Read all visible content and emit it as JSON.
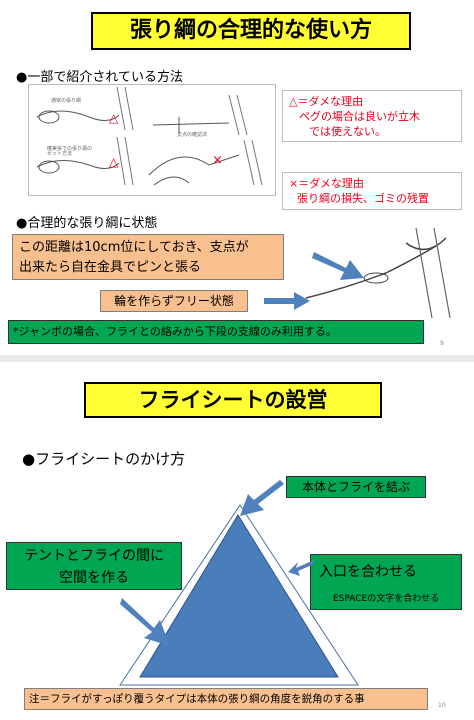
{
  "slide1": {
    "title": "張り綱の合理的な使い方",
    "bullet1": "●一部で紹介されている方法",
    "figure": {
      "label_usual": "通常の張り綱",
      "label_set": "確実張での張り綱のセット方法",
      "label_support": "支点の確認法",
      "mark_triangle": "△",
      "mark_cross": "×"
    },
    "note_triangle": {
      "line1": "△＝ダメな理由",
      "line2": "ペグの場合は良いが立木",
      "line3": "では使えない。"
    },
    "note_cross": {
      "line1": "×＝ダメな理由",
      "line2": "張り綱の損失、ゴミの残置"
    },
    "bullet2": "●合理的な張り綱に状態",
    "orange_box": {
      "line1": "この距離は10cm位にしておき、支点が",
      "line2": "出来たら自在金具でピンと張る"
    },
    "free_box": "輪を作らずフリー状態",
    "green_box": "*ジャンボの場合、フライとの絡みから下段の支線のみ利用する。",
    "page_number": "9"
  },
  "slide2": {
    "title": "フライシートの設営",
    "bullet": "●フライシートのかけ方",
    "box_top": "本体とフライを結ぶ",
    "box_left": {
      "line1": "テントとフライの間に",
      "line2": "空間を作る"
    },
    "box_right": {
      "line1": "入口を合わせる",
      "line2": "ESPACEの文字を合わせる"
    },
    "note": "注＝フライがすっぽり覆うタイプは本体の張り綱の角度を鋭角のする事",
    "page_number": "10"
  },
  "colors": {
    "title_bg": "#ffff33",
    "green_box": "#00a651",
    "orange_box": "#f9c08f",
    "red_text": "#e8001c",
    "arrow_blue": "#4f81bd",
    "triangle_fill": "#4a7ebb"
  }
}
